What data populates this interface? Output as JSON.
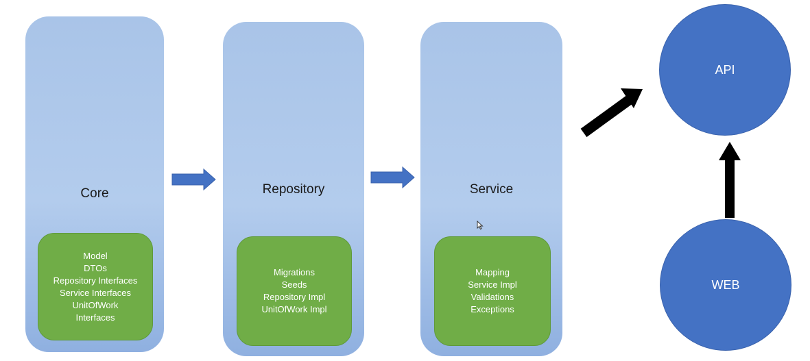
{
  "layers": [
    {
      "title": "Core",
      "items": [
        "Model",
        "DTOs",
        "Repository Interfaces",
        "Service Interfaces",
        "UnitOfWork",
        "Interfaces"
      ]
    },
    {
      "title": "Repository",
      "items": [
        "Migrations",
        "Seeds",
        "Repository Impl",
        "UnitOfWork Impl"
      ]
    },
    {
      "title": "Service",
      "items": [
        "Mapping",
        "Service Impl",
        "Validations",
        "Exceptions"
      ]
    }
  ],
  "nodes": {
    "api": "API",
    "web": "WEB"
  },
  "colors": {
    "layer": "#a9c4e8",
    "inner_box": "#70ad47",
    "circle": "#4472c4",
    "flow_arrow": "#4472c4",
    "dependency_arrow": "#000000"
  }
}
